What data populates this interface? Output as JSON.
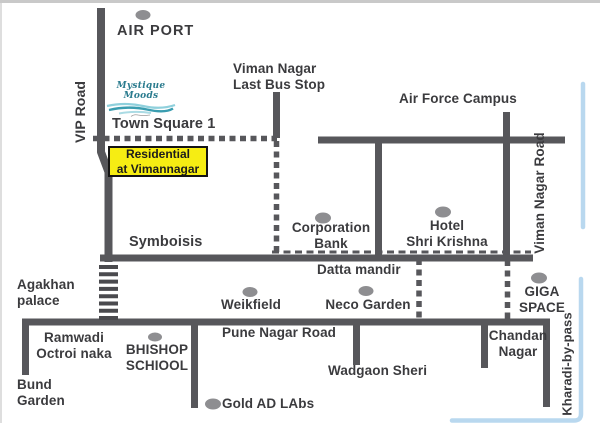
{
  "map": {
    "highlight": {
      "text": "Residential\nat Vimannagar"
    },
    "logo": {
      "text": "Mystique Moods"
    },
    "labels": {
      "airport": "AIR PORT",
      "last_bus_stop": "Viman Nagar\nLast Bus Stop",
      "air_force_campus": "Air Force Campus",
      "town_square": "Town Square 1",
      "vip_road": "VIP Road",
      "viman_nagar_road": "Viman Nagar Road",
      "symboisis": "Symboisis",
      "corporation_bank": "Corporation\nBank",
      "hotel_shri_krishna": "Hotel\nShri Krishna",
      "datta_mandir": "Datta mandir",
      "agakhan_palace": "Agakhan\npalace",
      "weikfield": "Weikfield",
      "neco_garden": "Neco Garden",
      "giga_space": "GIGA\nSPACE",
      "ramwadi_octroi_naka": "Ramwadi\nOctroi naka",
      "bhishop_school": "BHISHOP\nSCHIOOL",
      "pune_nagar_road": "Pune Nagar Road",
      "wadgaon_sheri": "Wadgaon Sheri",
      "gold_ad_labs": "Gold AD LAbs",
      "chandan_nagar": "Chandan\nNagar",
      "bund_garden": "Bund\nGarden",
      "kharadi_by_pass": "Kharadi-by-pass"
    },
    "colors": {
      "road": "#57575b",
      "label_text": "#3b3b3e",
      "location_dot": "#8e8e91",
      "highlight_bg": "#f6ed13",
      "highlight_border": "#141414",
      "accent_blue": "#b9d8ef",
      "logo_teal": "#2a7b8e"
    }
  }
}
